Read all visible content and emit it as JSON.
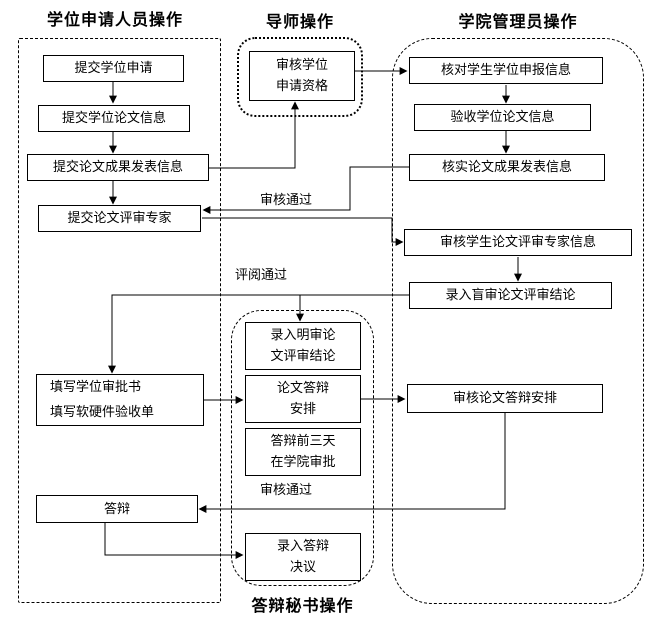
{
  "diagram": {
    "lanes": {
      "applicant": {
        "title": "学位申请人员操作",
        "nodes": {
          "submit_application": "提交学位申请",
          "submit_thesis_info": "提交学位论文信息",
          "submit_publication_info": "提交论文成果发表信息",
          "submit_review_experts": "提交论文评审专家",
          "fill_approval_line1": "填写学位审批书",
          "fill_approval_line2": "填写软硬件验收单",
          "defense": "答辩"
        }
      },
      "supervisor": {
        "title": "导师操作",
        "nodes": {
          "review_qualification": "审核学位\n申请资格"
        }
      },
      "admin": {
        "title": "学院管理员操作",
        "nodes": {
          "check_declaration": "核对学生学位申报信息",
          "accept_thesis": "验收学位论文信息",
          "verify_publication": "核实论文成果发表信息",
          "review_experts": "审核学生论文评审专家信息",
          "enter_blind_review": "录入盲审论文评审结论",
          "review_defense_plan": "审核论文答辩安排"
        }
      },
      "secretary": {
        "title": "答辩秘书操作",
        "nodes": {
          "enter_open_review": "录入明审论\n文评审结论",
          "defense_plan": "论文答辩\n安排",
          "pre_defense_approval": "答辩前三天\n在学院审批",
          "enter_resolution": "录入答辩\n决议"
        }
      }
    },
    "edge_labels": {
      "review_passed_1": "审核通过",
      "reading_passed": "评阅通过",
      "review_passed_2": "审核通过"
    },
    "colors": {
      "line": "#000000",
      "text": "#000000",
      "background": "#ffffff"
    }
  }
}
